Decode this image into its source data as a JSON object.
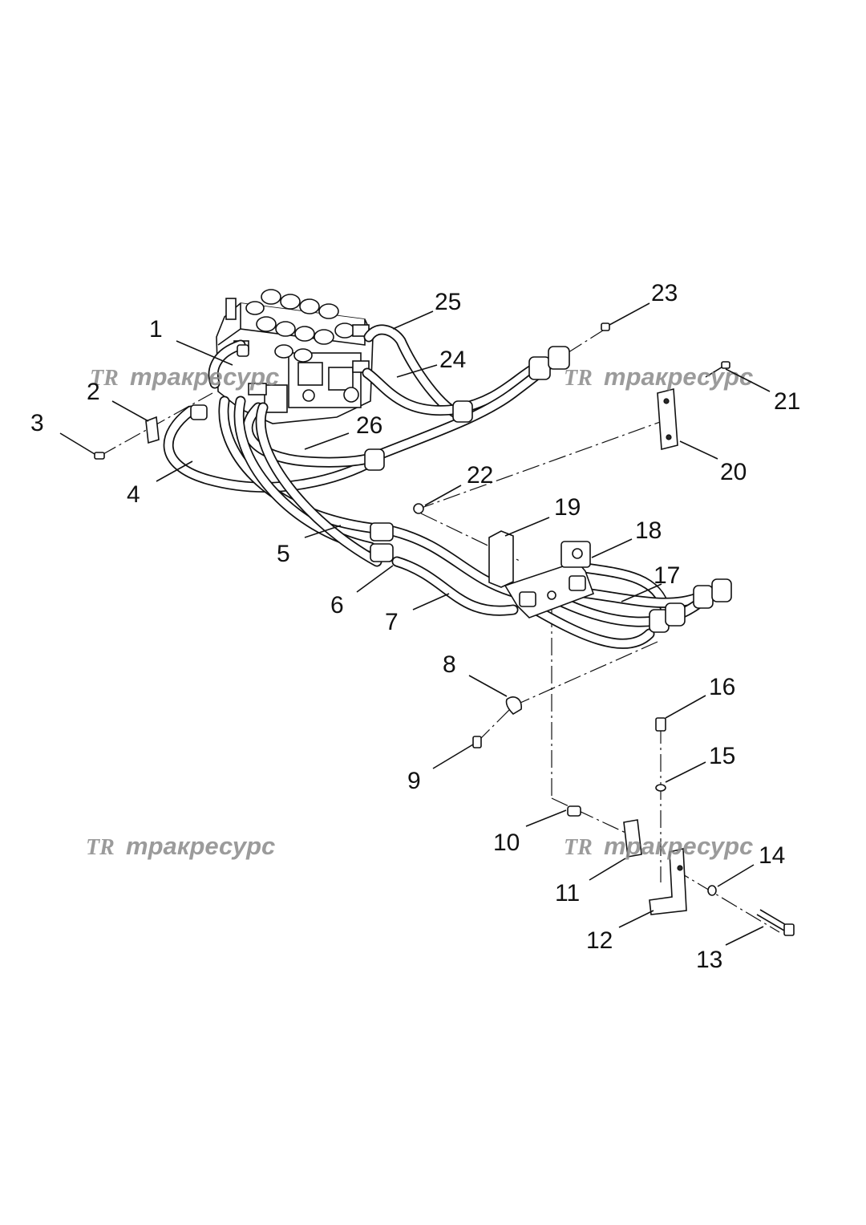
{
  "watermark": {
    "logo": "TR",
    "text": "тракресурс"
  },
  "callouts": [
    {
      "id": "1",
      "label": "1"
    },
    {
      "id": "2",
      "label": "2"
    },
    {
      "id": "3",
      "label": "3"
    },
    {
      "id": "4",
      "label": "4"
    },
    {
      "id": "5",
      "label": "5"
    },
    {
      "id": "6",
      "label": "6"
    },
    {
      "id": "7",
      "label": "7"
    },
    {
      "id": "8",
      "label": "8"
    },
    {
      "id": "9",
      "label": "9"
    },
    {
      "id": "10",
      "label": "10"
    },
    {
      "id": "11",
      "label": "11"
    },
    {
      "id": "12",
      "label": "12"
    },
    {
      "id": "13",
      "label": "13"
    },
    {
      "id": "14",
      "label": "14"
    },
    {
      "id": "15",
      "label": "15"
    },
    {
      "id": "16",
      "label": "16"
    },
    {
      "id": "17",
      "label": "17"
    },
    {
      "id": "18",
      "label": "18"
    },
    {
      "id": "19",
      "label": "19"
    },
    {
      "id": "20",
      "label": "20"
    },
    {
      "id": "21",
      "label": "21"
    },
    {
      "id": "22",
      "label": "22"
    },
    {
      "id": "23",
      "label": "23"
    },
    {
      "id": "24",
      "label": "24"
    },
    {
      "id": "25",
      "label": "25"
    },
    {
      "id": "26",
      "label": "26"
    }
  ]
}
